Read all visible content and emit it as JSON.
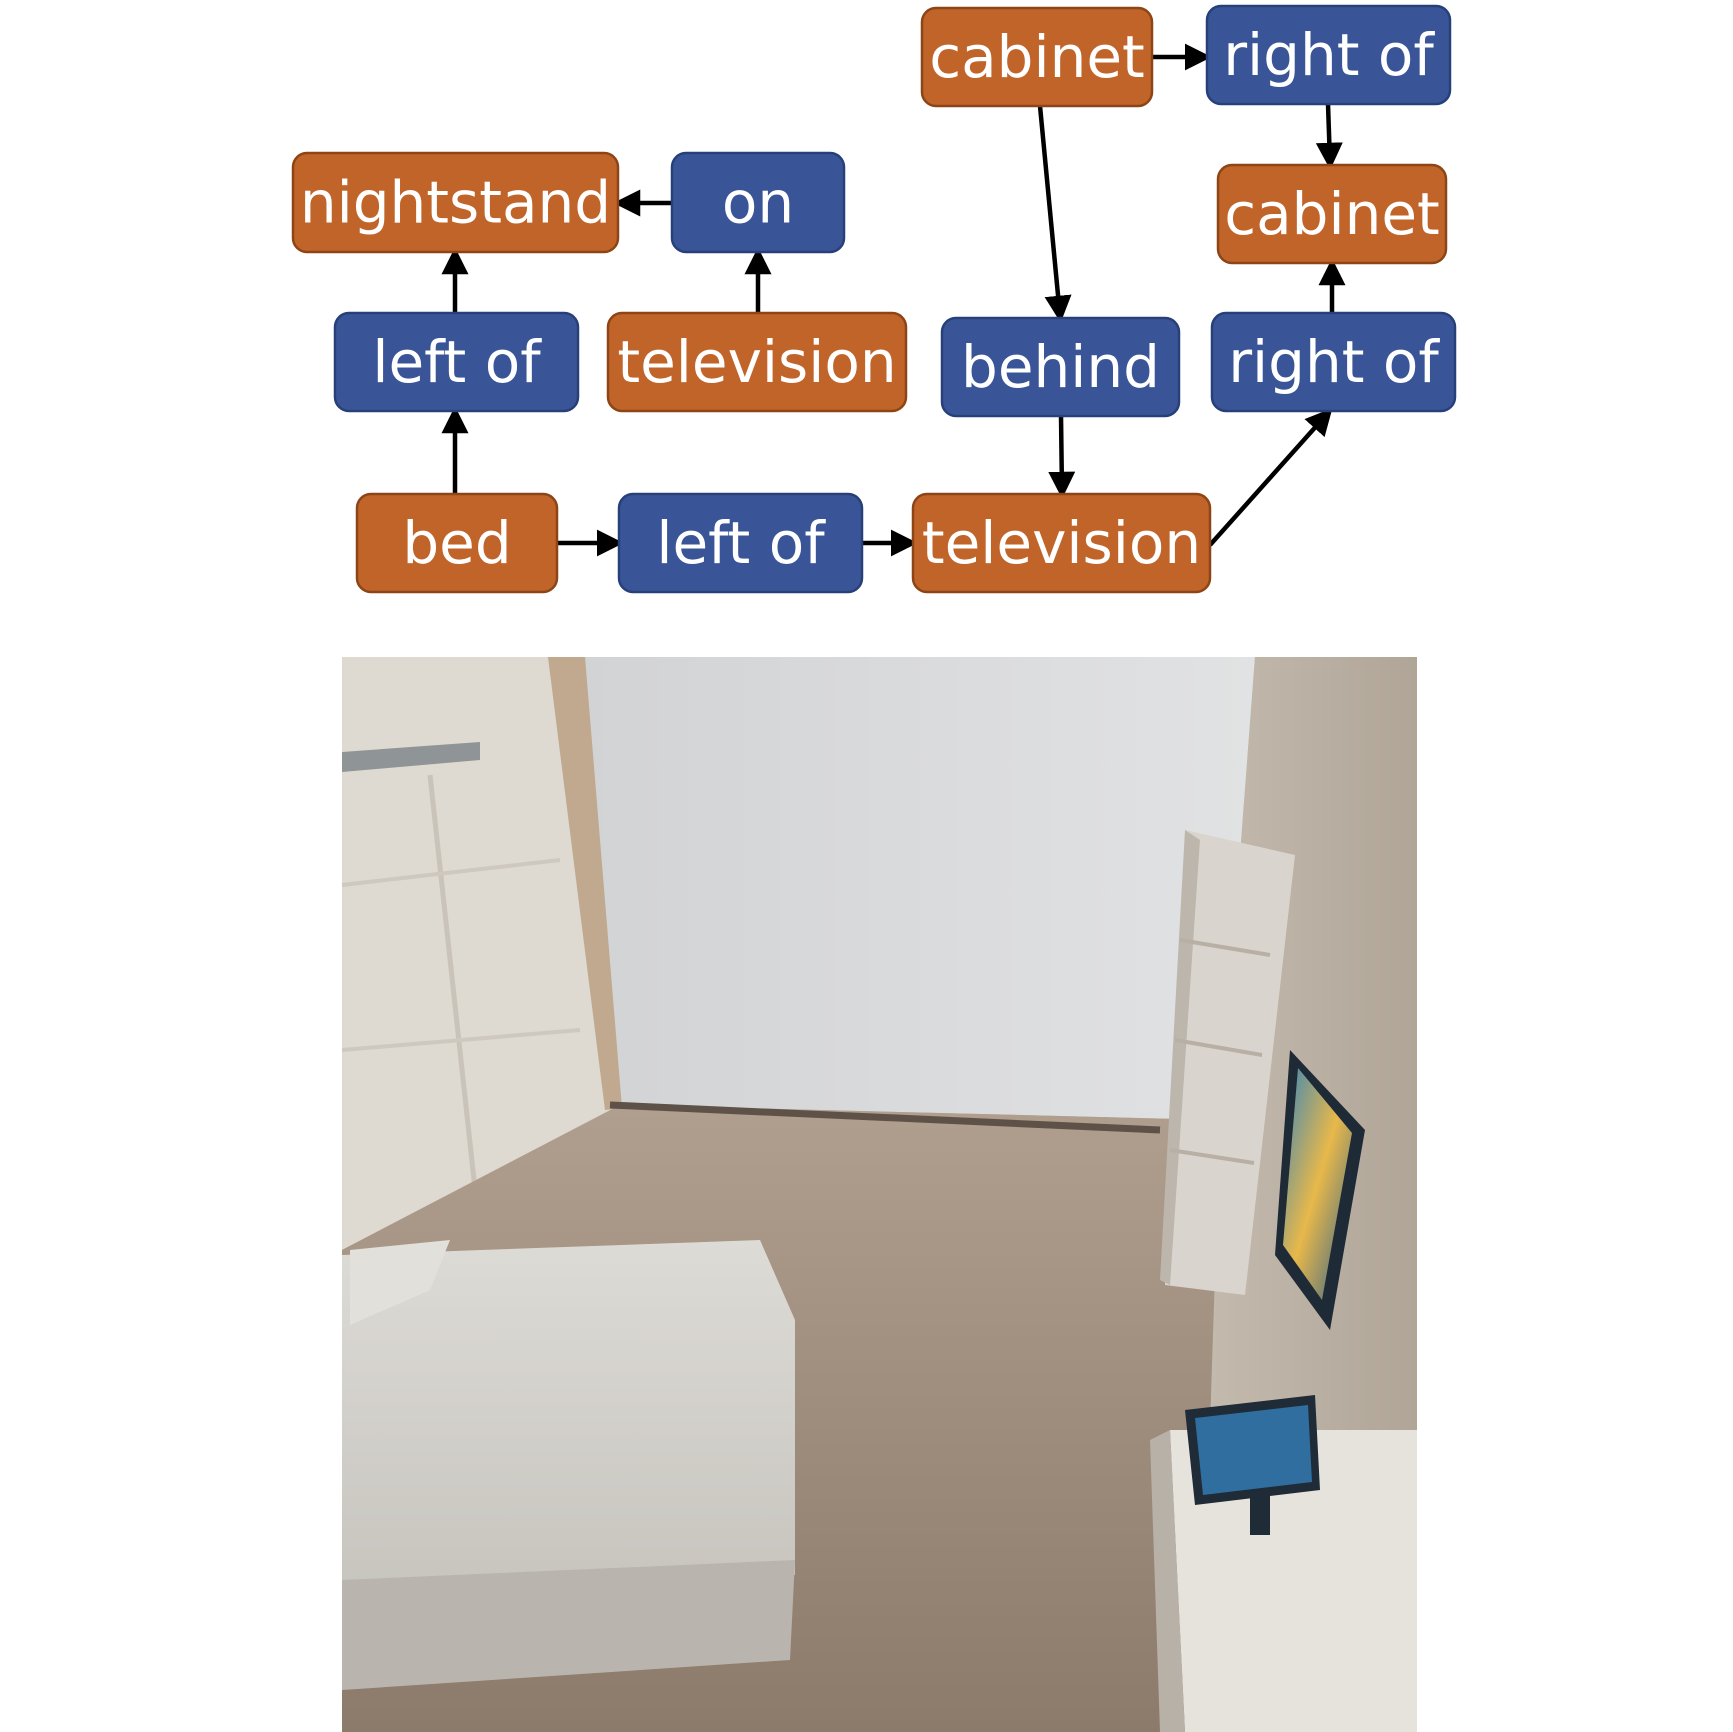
{
  "graph": {
    "colors": {
      "object": "#C0642A",
      "object_border": "#8E4516",
      "relation": "#3A5597",
      "relation_border": "#28407A",
      "edge": "#000000"
    },
    "nodes": [
      {
        "id": "cabinet1",
        "label": "cabinet",
        "kind": "object"
      },
      {
        "id": "rightof1",
        "label": "right of",
        "kind": "relation"
      },
      {
        "id": "nightstand",
        "label": "nightstand",
        "kind": "object"
      },
      {
        "id": "on",
        "label": "on",
        "kind": "relation"
      },
      {
        "id": "cabinet2",
        "label": "cabinet",
        "kind": "object"
      },
      {
        "id": "leftof1",
        "label": "left of",
        "kind": "relation"
      },
      {
        "id": "television1",
        "label": "television",
        "kind": "object"
      },
      {
        "id": "behind",
        "label": "behind",
        "kind": "relation"
      },
      {
        "id": "rightof2",
        "label": "right of",
        "kind": "relation"
      },
      {
        "id": "bed",
        "label": "bed",
        "kind": "object"
      },
      {
        "id": "leftof2",
        "label": "left of",
        "kind": "relation"
      },
      {
        "id": "television2",
        "label": "television",
        "kind": "object"
      }
    ],
    "edges": [
      {
        "from": "cabinet1",
        "to": "rightof1"
      },
      {
        "from": "rightof1",
        "to": "cabinet2"
      },
      {
        "from": "cabinet1",
        "to": "behind"
      },
      {
        "from": "on",
        "to": "nightstand"
      },
      {
        "from": "television1",
        "to": "on"
      },
      {
        "from": "leftof1",
        "to": "nightstand"
      },
      {
        "from": "bed",
        "to": "leftof1"
      },
      {
        "from": "bed",
        "to": "leftof2"
      },
      {
        "from": "leftof2",
        "to": "television2"
      },
      {
        "from": "behind",
        "to": "television2"
      },
      {
        "from": "television2",
        "to": "rightof2"
      },
      {
        "from": "rightof2",
        "to": "cabinet2"
      }
    ]
  },
  "scene": {
    "colors": {
      "back_wall": "#D7D8D9",
      "left_wall": "#DEDAD3",
      "right_wall": "#BDB3A6",
      "floor": "#A69383",
      "bed": "#D5D3CE",
      "shelf": "#D9D6D0",
      "tv_screen": "#2F6E9E"
    }
  }
}
